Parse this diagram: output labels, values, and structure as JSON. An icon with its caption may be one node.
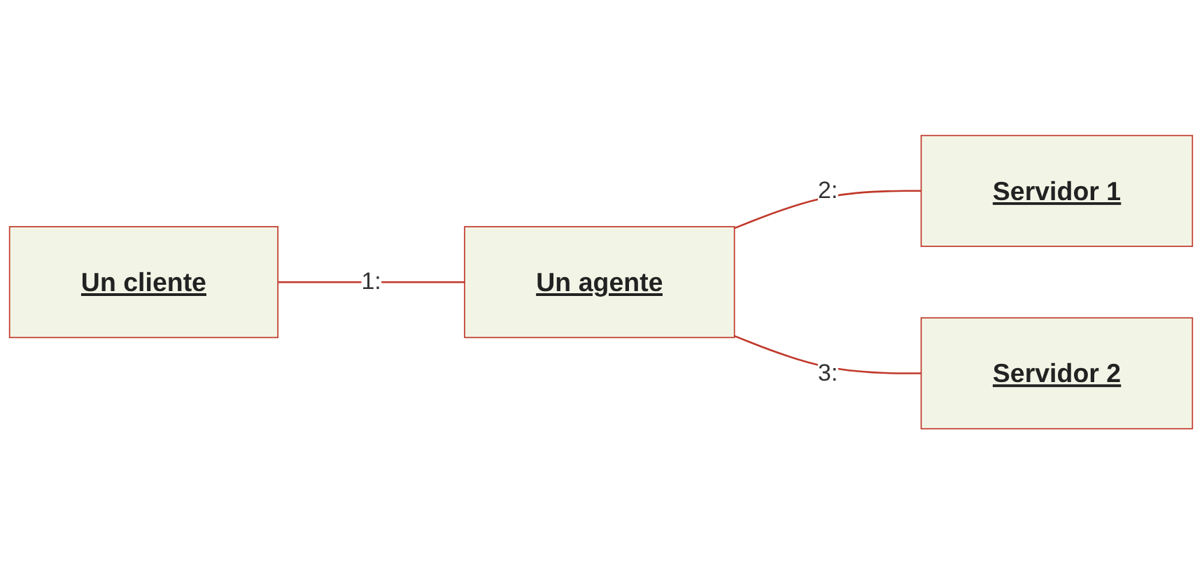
{
  "diagram": {
    "nodes": [
      {
        "text": [
          "Un cliente"
        ]
      },
      {
        "text": [
          "Un agente"
        ]
      },
      {
        "text": [
          "Servidor 1"
        ]
      },
      {
        "text": [
          "Servidor 2"
        ]
      }
    ],
    "edges": [
      {
        "from": 0,
        "to": 1,
        "arrow": "none",
        "label": "1:"
      },
      {
        "from": 1,
        "to": 2,
        "arrow": "none",
        "label": "2:"
      },
      {
        "from": 1,
        "to": 3,
        "arrow": "none",
        "label": "3:"
      }
    ]
  }
}
